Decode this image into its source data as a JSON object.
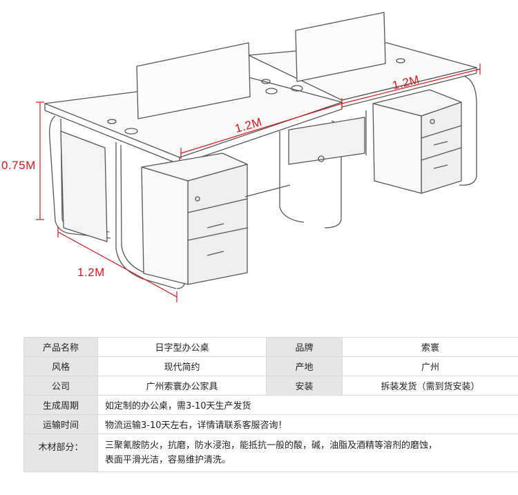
{
  "dimensions": {
    "height": "0.75M",
    "depth": "1.2M",
    "width_front": "1.2M",
    "width_back": "1.2M"
  },
  "specs": {
    "row1": {
      "label1": "产品名称",
      "value1": "日字型办公桌",
      "label2": "品牌",
      "value2": "索寰"
    },
    "row2": {
      "label1": "风格",
      "value1": "现代简约",
      "label2": "产地",
      "value2": "广州"
    },
    "row3": {
      "label1": "公司",
      "value1": "广州索寰办公家具",
      "label2": "安装",
      "value2": "拆装发货（需到货安装）"
    },
    "row4": {
      "label": "生成周期",
      "value": "如定制的办公桌，需3-10天生产发货"
    },
    "row5": {
      "label": "运输时间",
      "value": "物流运输3-10天左右，详情请联系客服咨询！"
    },
    "row6": {
      "label": "木材部分：",
      "line1": "三聚氰胺防火，抗磨，防水浸泡，能抵抗一般的酸，碱，油脂及酒精等溶剂的磨蚀，",
      "line2": "表面平滑光洁，容易维护清洗。"
    }
  }
}
